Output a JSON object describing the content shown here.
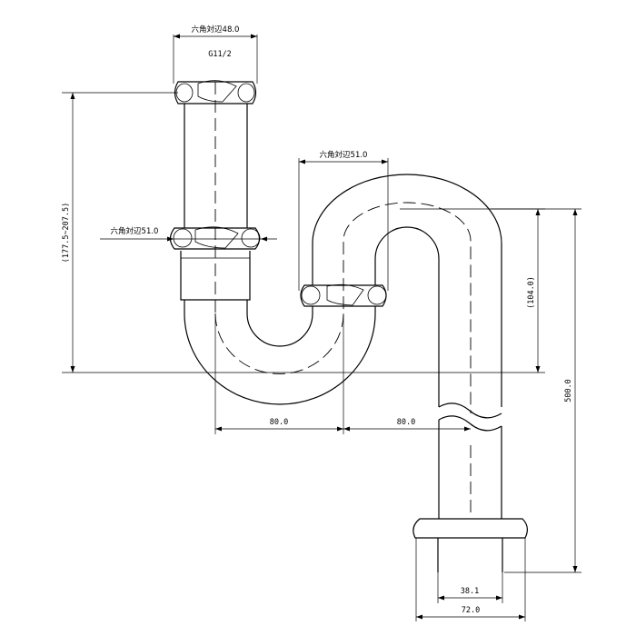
{
  "labels": {
    "top_hex": "六角対辺48.0",
    "thread": "G11/2",
    "mid_hex": "六角対辺51.0",
    "trap_hex": "六角対辺51.0",
    "height_range": "(177.5~207.5)",
    "trap_depth": "(104.0)",
    "total_height": "500.0",
    "offset_left": "80.0",
    "offset_right": "80.0",
    "pipe_dia": "38.1",
    "flange_dia": "72.0"
  }
}
